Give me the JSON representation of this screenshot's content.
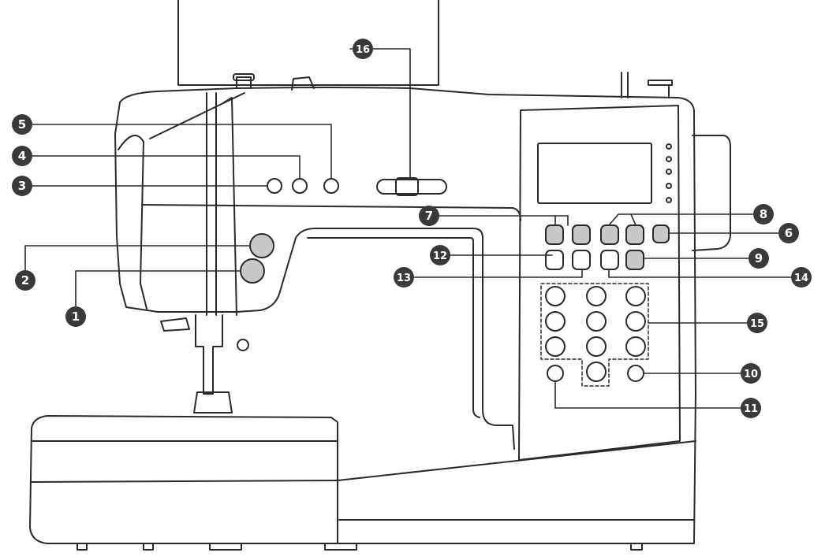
{
  "diagram": {
    "colors": {
      "outline": "#2a2a2a",
      "button_fill": "#c8c8c8",
      "marker_fill": "#3a3a3a",
      "marker_text": "#ffffff",
      "background": "#ffffff"
    },
    "callouts": [
      {
        "id": "1",
        "label": "1"
      },
      {
        "id": "2",
        "label": "2"
      },
      {
        "id": "3",
        "label": "3"
      },
      {
        "id": "4",
        "label": "4"
      },
      {
        "id": "5",
        "label": "5"
      },
      {
        "id": "6",
        "label": "6"
      },
      {
        "id": "7",
        "label": "7"
      },
      {
        "id": "8",
        "label": "8"
      },
      {
        "id": "9",
        "label": "9"
      },
      {
        "id": "10",
        "label": "10"
      },
      {
        "id": "11",
        "label": "11"
      },
      {
        "id": "12",
        "label": "12"
      },
      {
        "id": "13",
        "label": "13"
      },
      {
        "id": "14",
        "label": "14"
      },
      {
        "id": "15",
        "label": "15"
      },
      {
        "id": "16",
        "label": "16"
      }
    ]
  }
}
